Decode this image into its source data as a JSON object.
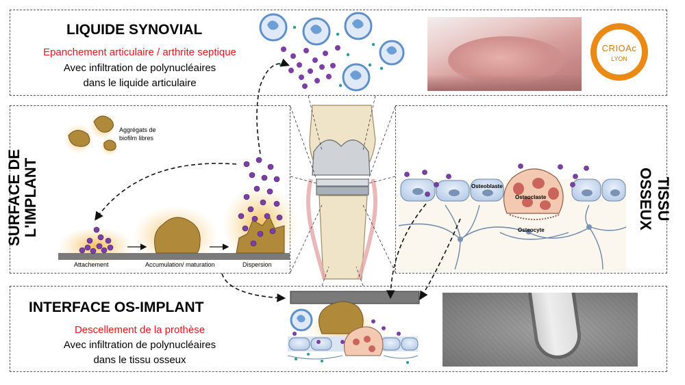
{
  "synovial": {
    "title": "LIQUIDE SYNOVIAL",
    "subtitle_red": "Epanchement articulaire / arthrite septique",
    "line1": "Avec infiltration de polynucléaires",
    "line2": "dans le liquide articulaire"
  },
  "logo": {
    "text": "CRIOAc",
    "city": "LYON",
    "color": "#e98a17"
  },
  "implant": {
    "side_title_1": "SURFACE DE",
    "side_title_2": "L'IMPLANT",
    "free_aggregates_1": "Aggrégats de",
    "free_aggregates_2": "biofilm libres",
    "stages": [
      "Attachement",
      "Accumulation/ maturation",
      "Dispersion"
    ]
  },
  "bone": {
    "side_title": "TISSU OSSEUX",
    "labels": {
      "osteoblast": "Osteoblaste",
      "osteoclast": "Osteoclaste",
      "osteocyte": "Osteocyte"
    }
  },
  "interface": {
    "title": "INTERFACE OS-IMPLANT",
    "subtitle_red": "Descellement de la prothèse",
    "line1": "Avec infiltration de polynucléaires",
    "line2": "dans le tissu osseux"
  },
  "colors": {
    "bacteria": "#7b3fa6",
    "biofilm": "#b08a3a",
    "accent_red": "#e8141b",
    "neutrophil": "#5f8fc8"
  }
}
